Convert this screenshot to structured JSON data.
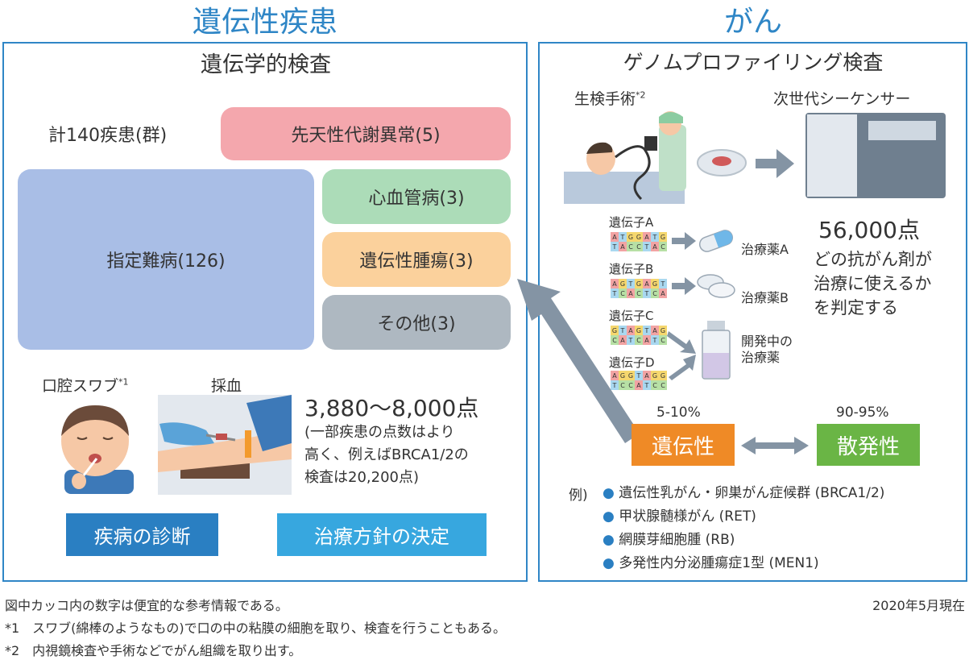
{
  "left": {
    "header": "遺伝性疾患",
    "subtitle": "遺伝学的検査",
    "total_label": "計140疾患(群)",
    "boxes": {
      "metabolic": "先天性代謝異常(5)",
      "designated": "指定難病(126)",
      "cardio": "心血管病(3)",
      "tumor": "遺伝性腫瘍(3)",
      "other": "その他(3)"
    },
    "methods": {
      "swab": "口腔スワブ",
      "swab_mark": "*1",
      "blood": "採血"
    },
    "points": "3,880〜8,000点",
    "points_note": [
      "(一部疾患の点数はより",
      "高く、例えばBRCA1/2の",
      "検査は20,200点)"
    ],
    "buttons": {
      "diagnosis": "疾病の診断",
      "treatment": "治療方針の決定"
    }
  },
  "right": {
    "header": "がん",
    "subtitle": "ゲノムプロファイリング検査",
    "biopsy": "生検手術",
    "biopsy_mark": "*2",
    "sequencer": "次世代シーケンサー",
    "count": "56,000点",
    "count_note": [
      "どの抗がん剤が",
      "治療に使えるか",
      "を判定する"
    ],
    "genes": [
      {
        "label": "遺伝子A",
        "seq_top": "ATGGATG",
        "seq_bottom": "TACCTAC"
      },
      {
        "label": "遺伝子B",
        "seq_top": "AGTGAGT",
        "seq_bottom": "TCACTCA"
      },
      {
        "label": "遺伝子C",
        "seq_top": "GTAGTAG",
        "seq_bottom": "CATCATC"
      },
      {
        "label": "遺伝子D",
        "seq_top": "AGGTAGG",
        "seq_bottom": "TCCATCC"
      }
    ],
    "drugs": {
      "a": "治療薬A",
      "b": "治療薬B",
      "dev_line1": "開発中の",
      "dev_line2": "治療薬"
    },
    "hereditary_pct": "5-10%",
    "hereditary": "遺伝性",
    "sporadic_pct": "90-95%",
    "sporadic": "散発性",
    "example_label": "例)",
    "examples": [
      "遺伝性乳がん・卵巣がん症候群 (BRCA1/2)",
      "甲状腺髄様がん (RET)",
      "網膜芽細胞腫 (RB)",
      "多発性内分泌腫瘍症1型 (MEN1)"
    ]
  },
  "footnotes": {
    "note": "図中カッコ内の数字は便宜的な参考情報である。",
    "date": "2020年5月現在",
    "fn1": "*1　スワブ(綿棒のようなもの)で口の中の粘膜の細胞を取り、検査を行うこともある。",
    "fn2": "*2　内視鏡検査や手術などでがん組織を取り出す。"
  },
  "colors": {
    "frame": "#2f86c6",
    "metabolic": "#f4a7ad",
    "designated": "#a9bee6",
    "cardio": "#acdcb8",
    "tumor": "#fbd19c",
    "other": "#aeb8c1",
    "diagnosis": "#2a7fc2",
    "treatment": "#37a7df",
    "hereditary": "#ef8a26",
    "sporadic": "#6ab545",
    "arrow": "#8494a4"
  }
}
